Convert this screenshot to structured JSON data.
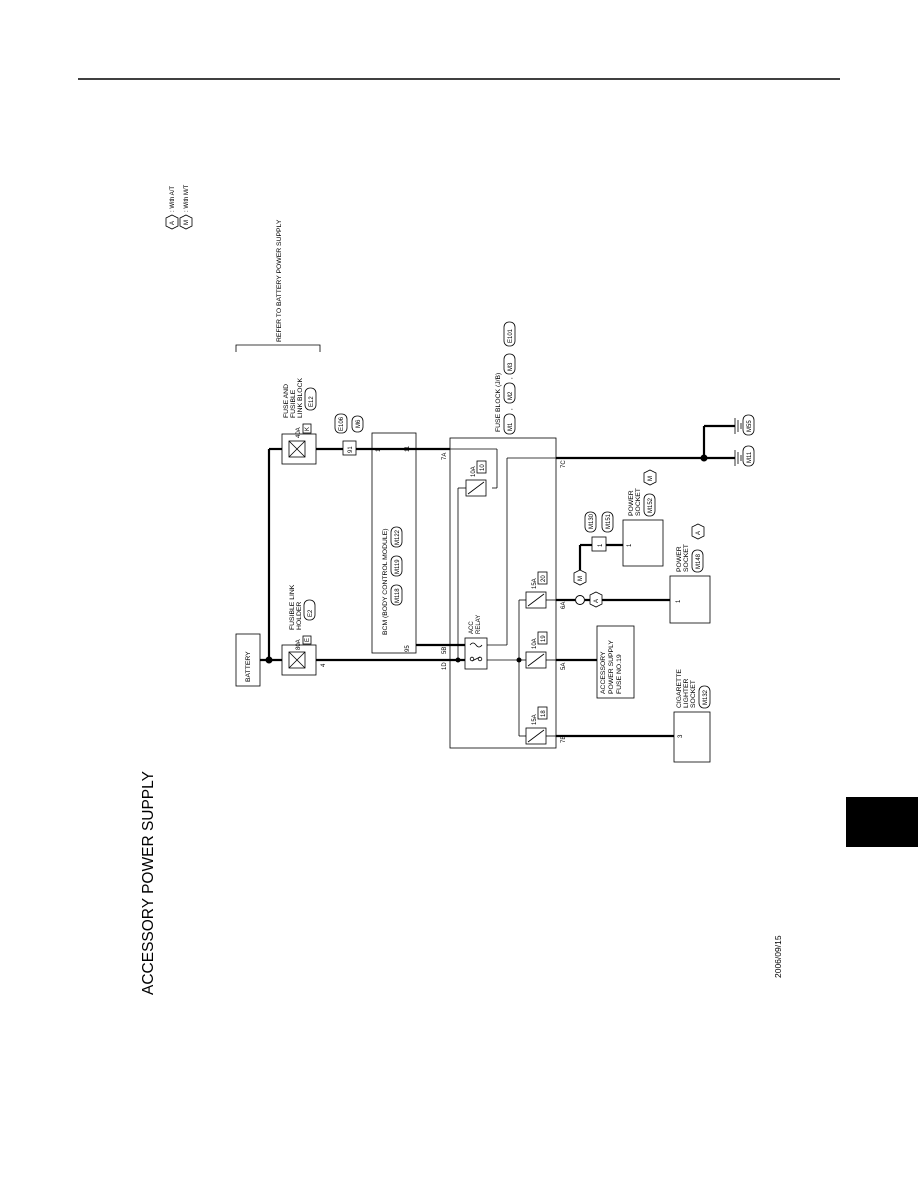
{
  "page": {
    "title": "ACCESSORY POWER SUPPLY",
    "date": "2006/09/15",
    "legend": [
      {
        "symbol": "A",
        "text": ": With A/T"
      },
      {
        "symbol": "M",
        "text": ": With M/T"
      }
    ],
    "refer_text": "REFER TO BATTERY POWER SUPPLY"
  },
  "components": {
    "battery": "BATTERY",
    "fusible_link_holder": {
      "line1": "FUSIBLE LINK",
      "line2": "HOLDER",
      "connector": "E2",
      "rating": "80A",
      "letter": "E",
      "pin": "4"
    },
    "fuse_link_block": {
      "line1": "FUSE AND",
      "line2": "FUSIBLE",
      "line3": "LINK BLOCK",
      "connector": "E12",
      "rating": "40A",
      "letter": "K"
    },
    "joint": {
      "pin": "91",
      "connectors": [
        "E106",
        "M6"
      ]
    },
    "bcm": {
      "label": "BCM (BODY CONTROL MODULE)",
      "connectors": [
        "M118",
        "M119",
        "M122"
      ],
      "pin1": "1",
      "pin11": "11",
      "pin95": "95"
    },
    "fuse_block": {
      "label": "FUSE BLOCK (J/B)",
      "connectors": [
        "M1",
        "M2",
        "M3",
        "E101"
      ],
      "sep": ",",
      "pins": {
        "7A": "7A",
        "7C": "7C",
        "1D": "1D",
        "5B": "5B",
        "5A": "5A",
        "6A": "6A",
        "7B": "7B"
      }
    },
    "acc_relay": {
      "line1": "ACC",
      "line2": "RELAY"
    },
    "fuse_10a_10": {
      "rating": "10A",
      "num": "10"
    },
    "fuse_10a_19": {
      "rating": "10A",
      "num": "19"
    },
    "fuse_15a_18": {
      "rating": "15A",
      "num": "18"
    },
    "fuse_15a_20": {
      "rating": "15A",
      "num": "20"
    },
    "fuse_note": {
      "line1": "ACCESSORY",
      "line2": "POWER SUPPLY",
      "line3": "FUSE NO.19"
    },
    "ground": {
      "connectors": [
        "M55",
        "M11"
      ]
    },
    "socket_m": {
      "line1": "POWER",
      "line2": "SOCKET",
      "connector": "M152",
      "variant": "M",
      "pin": "1",
      "joint_pin": "1",
      "joint_connectors": [
        "M130",
        "M151"
      ]
    },
    "socket_a": {
      "line1": "POWER",
      "line2": "SOCKET",
      "connector": "M148",
      "variant": "A",
      "pin": "1"
    },
    "cigarette": {
      "line1": "CIGARETTE",
      "line2": "LIGHTER",
      "line3": "SOCKET",
      "connector": "M132",
      "pin": "3"
    },
    "variant_marks": {
      "m": "M",
      "a": "A"
    }
  }
}
